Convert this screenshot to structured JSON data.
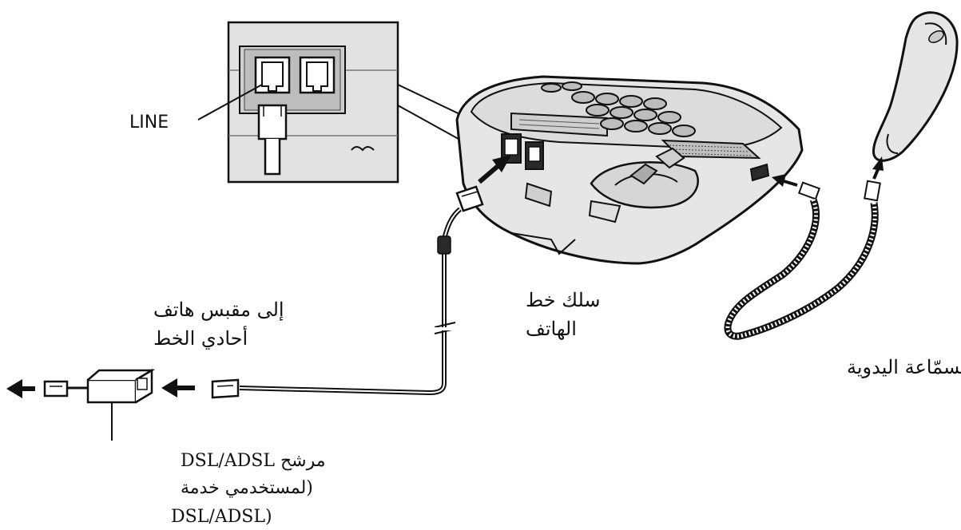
{
  "labels": {
    "line_port": "LINE",
    "line_cord_1": "سلك خط",
    "line_cord_2": "الهاتف",
    "handset_cord": "سلك السمّاعة اليدوية",
    "to_jack_1": "إلى مقبس هاتف",
    "to_jack_2": "أحادي الخط",
    "filter_1": "مرشح DSL/ADSL",
    "filter_2": "(لمستخدمي خدمة",
    "filter_3": "(DSL/ADSL"
  },
  "colors": {
    "stroke": "#111111",
    "body_fill": "#e6e6e6",
    "panel_fill": "#d4d4d4",
    "dark_fill": "#2a2a2a"
  }
}
